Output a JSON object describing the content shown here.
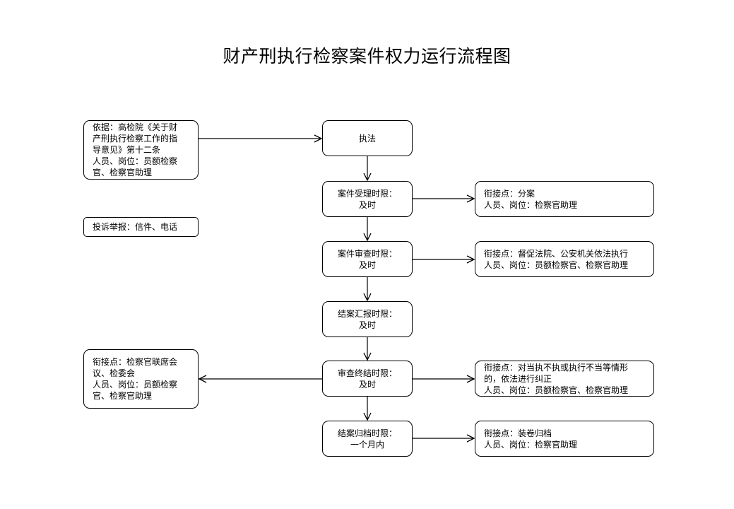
{
  "title": "财产刑执行检察案件权力运行流程图",
  "basis": {
    "lines": [
      "依据：高检院《关于财",
      "产刑执行检察工作的指",
      "导意见》第十二条",
      "人员、岗位：员额检察",
      "官、检察官助理"
    ]
  },
  "complaint": {
    "text": "投诉举报：信件、电话"
  },
  "flow": [
    {
      "lines": [
        "执法"
      ]
    },
    {
      "lines": [
        "案件受理时限：",
        "及时"
      ]
    },
    {
      "lines": [
        "案件审查时限：",
        "及时"
      ]
    },
    {
      "lines": [
        "结案汇报时限：",
        "及时"
      ]
    },
    {
      "lines": [
        "审查终结时限：",
        "及时"
      ]
    },
    {
      "lines": [
        "结案归档时限：",
        "一个月内"
      ]
    }
  ],
  "right_notes": [
    {
      "lines": [
        "衔接点：分案",
        "人员、岗位：检察官助理"
      ]
    },
    {
      "lines": [
        "衔接点：督促法院、公安机关依法执行",
        "人员、岗位：员额检察官、检察官助理"
      ]
    },
    {
      "lines": [
        "衔接点：对当执不执或执行不当等情形",
        "的，依法进行纠正",
        "人员、岗位：员额检察官、检察官助理"
      ]
    },
    {
      "lines": [
        "衔接点：装卷归档",
        "人员、岗位：检察官助理"
      ]
    }
  ],
  "left_note": {
    "lines": [
      "衔接点：检察官联席会",
      "议、检委会",
      "人员、岗位：员额检察",
      "官、检察官助理"
    ]
  }
}
